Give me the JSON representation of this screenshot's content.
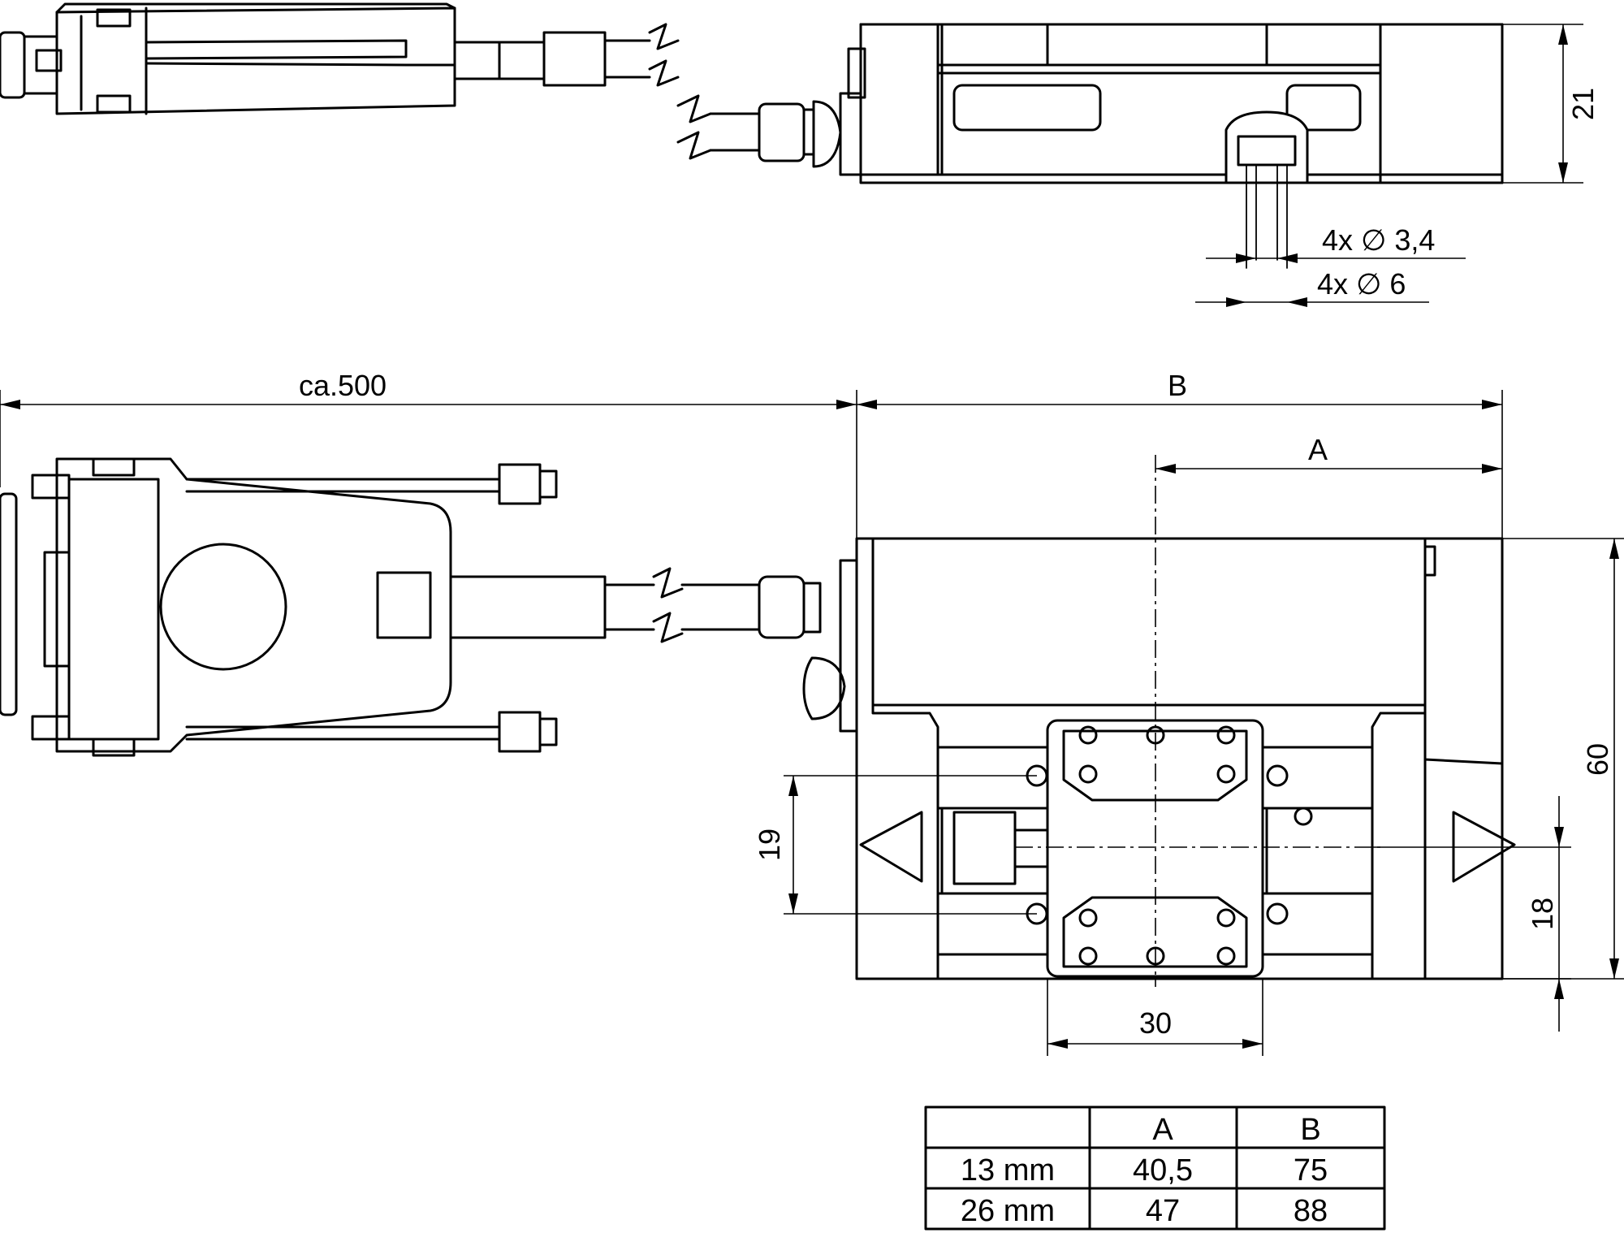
{
  "dimensions": {
    "height_side": "21",
    "hole_small": "4x  ∅ 3,4",
    "hole_large": "4x  ∅ 6",
    "cable_length": "ca.500",
    "overall_b": "B",
    "distance_a": "A",
    "height_total": "60",
    "offset_19": "19",
    "offset_18": "18",
    "carriage_width": "30"
  },
  "table": {
    "headers": [
      "",
      "A",
      "B"
    ],
    "rows": [
      [
        "13 mm",
        "40,5",
        "75"
      ],
      [
        "26 mm",
        "47",
        "88"
      ]
    ]
  }
}
